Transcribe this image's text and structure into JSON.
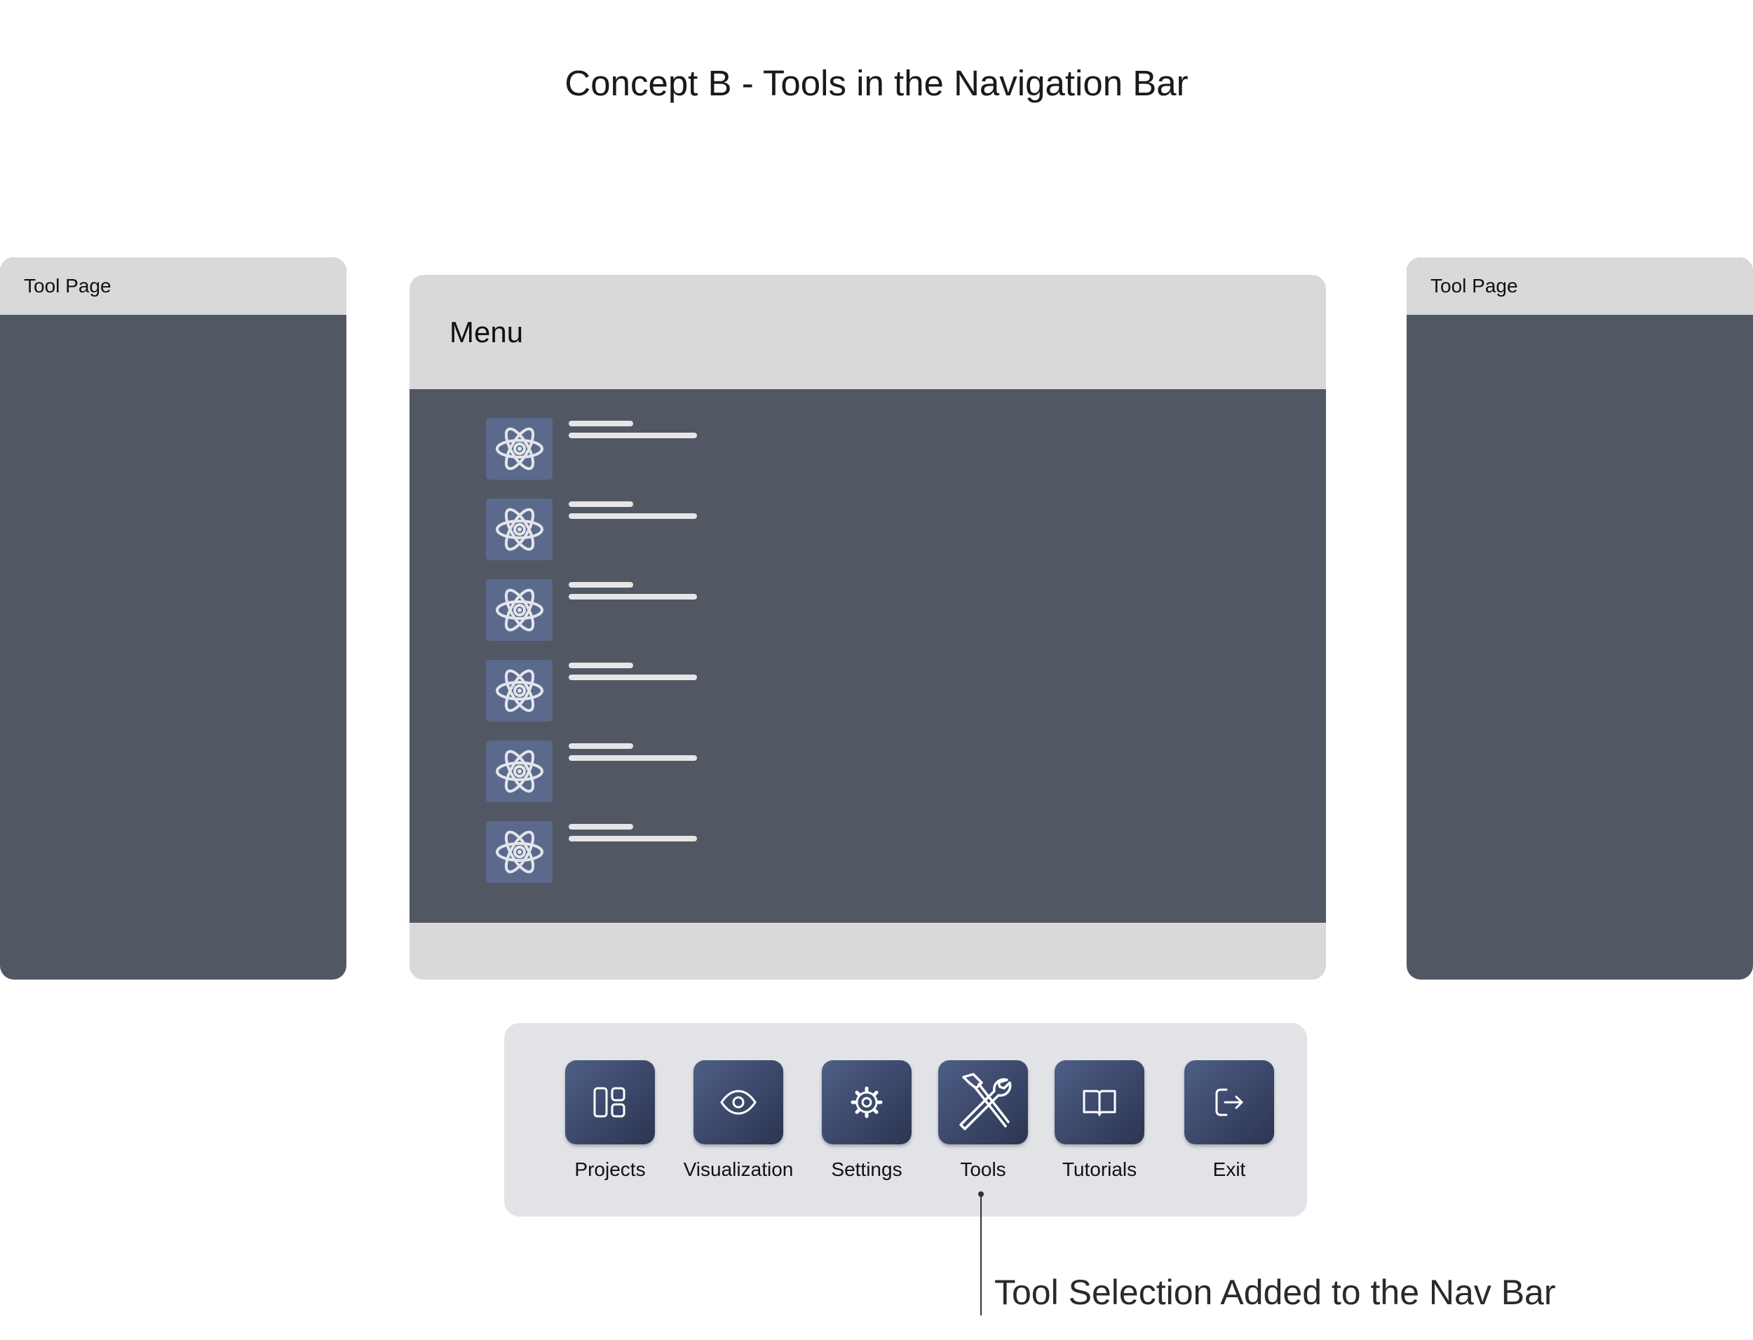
{
  "page": {
    "title": "Concept B - Tools in the Navigation Bar"
  },
  "left_panel": {
    "header": "Tool Page"
  },
  "right_panel": {
    "header": "Tool Page"
  },
  "menu": {
    "title": "Menu",
    "items": [
      {
        "icon": "atom-icon"
      },
      {
        "icon": "atom-icon"
      },
      {
        "icon": "atom-icon"
      },
      {
        "icon": "atom-icon"
      },
      {
        "icon": "atom-icon"
      },
      {
        "icon": "atom-icon"
      }
    ]
  },
  "nav": {
    "items": [
      {
        "label": "Projects",
        "icon": "dashboard-layout-icon"
      },
      {
        "label": "Visualization",
        "icon": "eye-icon"
      },
      {
        "label": "Settings",
        "icon": "gear-icon"
      },
      {
        "label": "Tools",
        "icon": "hammer-wrench-icon"
      },
      {
        "label": "Tutorials",
        "icon": "open-book-icon"
      },
      {
        "label": "Exit",
        "icon": "exit-icon"
      }
    ]
  },
  "annotation": {
    "text": "Tool Selection Added to the Nav Bar"
  },
  "colors": {
    "panel_dark": "#525863",
    "panel_light": "#d9d9d9",
    "nav_bg": "#e2e3e7",
    "button_dark": "#2c3551",
    "button_light": "#4e5e86",
    "thumb": "#5b6a8c"
  }
}
